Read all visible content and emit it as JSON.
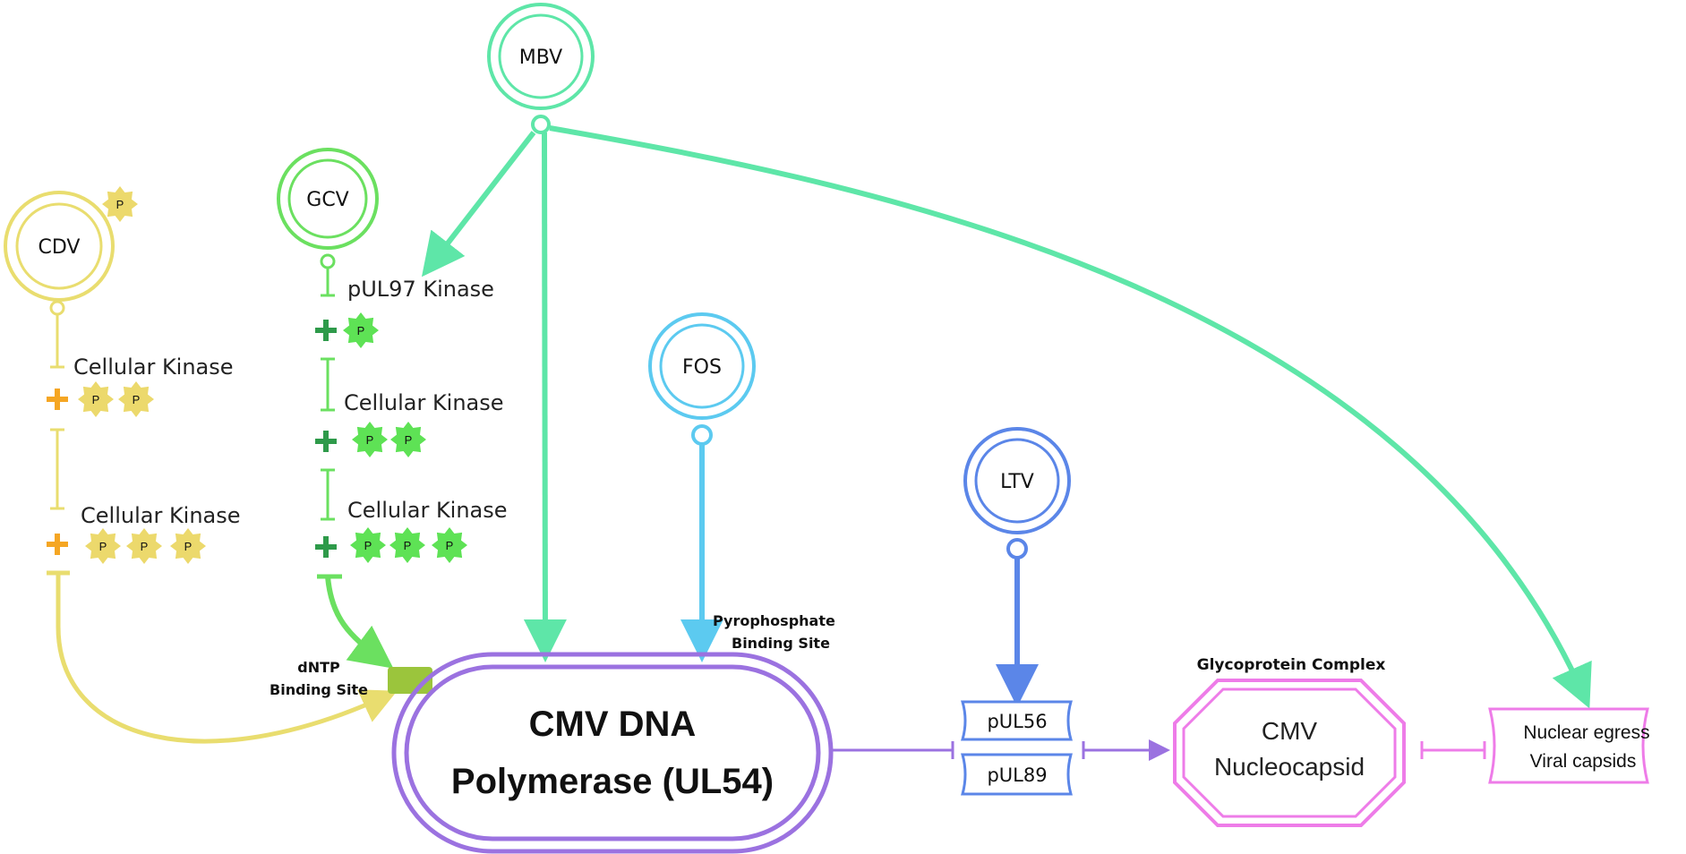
{
  "colors": {
    "cdv": "#e9dd6f",
    "cdv_plus": "#f5a623",
    "cdv_p": "#ecd96c",
    "gcv": "#6be060",
    "gcv_plus": "#2e9a4a",
    "gcv_p": "#5ee255",
    "mbv": "#5ee6a8",
    "fos": "#5ccaf0",
    "ltv": "#5b86e8",
    "polymerase": "#9b72e0",
    "glyco": "#ee7ce8",
    "dntp_site": "#9bc53c"
  },
  "drugs": {
    "cdv": "CDV",
    "gcv": "GCV",
    "mbv": "MBV",
    "fos": "FOS",
    "ltv": "LTV"
  },
  "cdv_pathway": {
    "p_label": "P",
    "kinase_1": "Cellular Kinase",
    "kinase_2": "Cellular Kinase"
  },
  "gcv_pathway": {
    "p_label": "P",
    "kinase_1": "pUL97 Kinase",
    "kinase_2": "Cellular Kinase",
    "kinase_3": "Cellular Kinase"
  },
  "binding_sites": {
    "dntp_line1": "dNTP",
    "dntp_line2": "Binding Site",
    "pyro_line1": "Pyrophosphate",
    "pyro_line2": "Binding Site"
  },
  "polymerase": {
    "line1": "CMV DNA",
    "line2": "Polymerase (UL54)"
  },
  "terminase": {
    "top": "pUL56",
    "bottom": "pUL89"
  },
  "glycoprotein": {
    "title": "Glycoprotein Complex",
    "line1": "CMV",
    "line2": "Nucleocapsid"
  },
  "egress": {
    "line1": "Nuclear egress",
    "line2": "Viral capsids"
  }
}
